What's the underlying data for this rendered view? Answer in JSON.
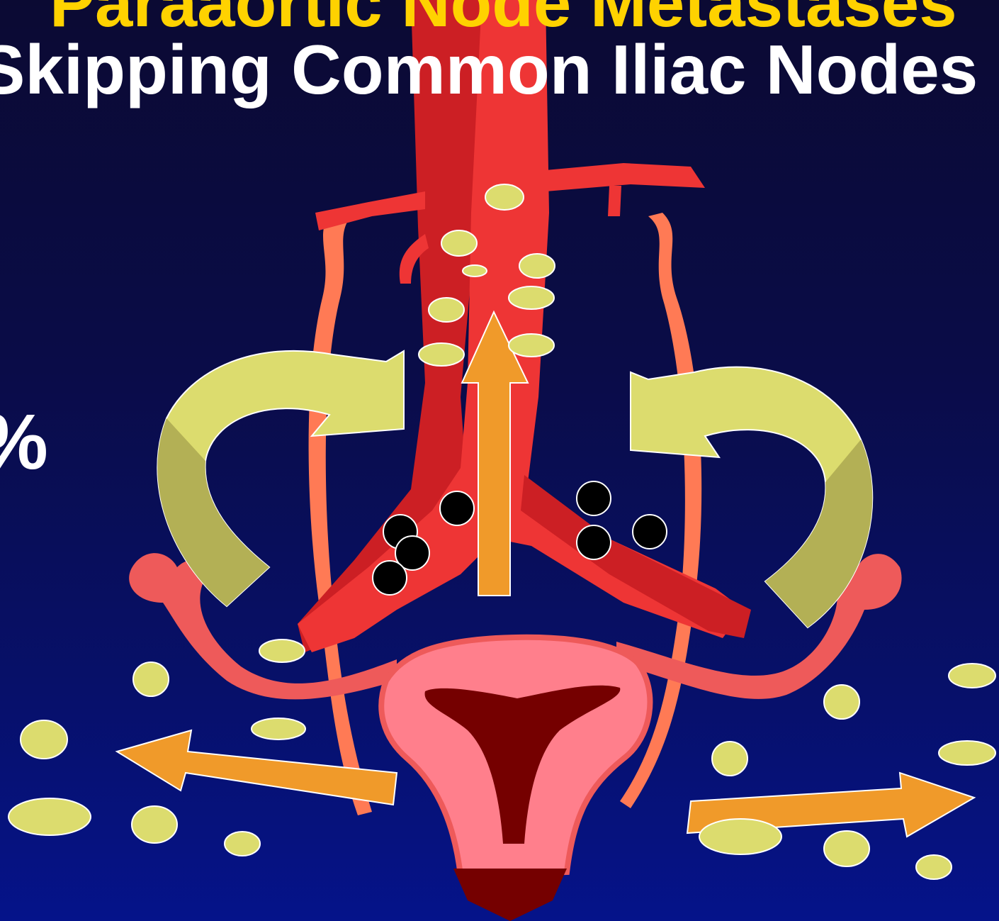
{
  "slide": {
    "title_top": "Paraaortic Node Metastases",
    "title_main": "Skipping Common Iliac Nodes",
    "percent_label": "%"
  },
  "colors": {
    "background": "#0a0c48",
    "title_top": "#ffd200",
    "title_main": "#ffffff",
    "artery": "#ee3535",
    "artery_dark": "#cc1f24",
    "ureter": "#ff7a55",
    "lymph_node": "#dcdc6e",
    "metastatic_node": "#000000",
    "curved_arrow": "#dcdc6e",
    "curved_arrow_shade": "#b3b055",
    "straight_arrow": "#f09a2a",
    "uterus": "#ff7f8c",
    "uterine_cavity": "#750000",
    "tube": "#ee5a5a"
  },
  "icons": [
    "aorta",
    "common-iliac-artery",
    "ureter",
    "uterus",
    "fallopian-tube",
    "lymph-node",
    "metastatic-node",
    "curved-arrow",
    "straight-arrow"
  ]
}
